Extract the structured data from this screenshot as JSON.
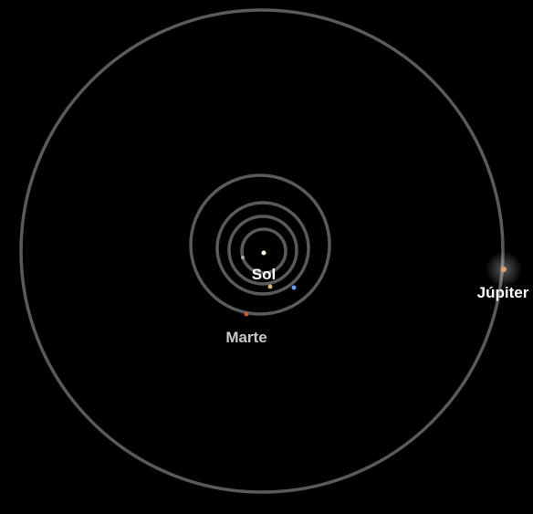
{
  "labels": {
    "sun": "Sol",
    "mars": "Marte",
    "jupiter": "Júpiter"
  },
  "colors": {
    "background": "#000000",
    "orbit": "#5a5a5a",
    "sun": "#fffbe6",
    "mercury": "#a8a8a8",
    "venus": "#d8b07a",
    "earth": "#6a9cf0",
    "mars": "#c8583a",
    "jupiter": "#e8a070",
    "label_primary": "#ffffff",
    "label_secondary": "#c8c8c8"
  }
}
